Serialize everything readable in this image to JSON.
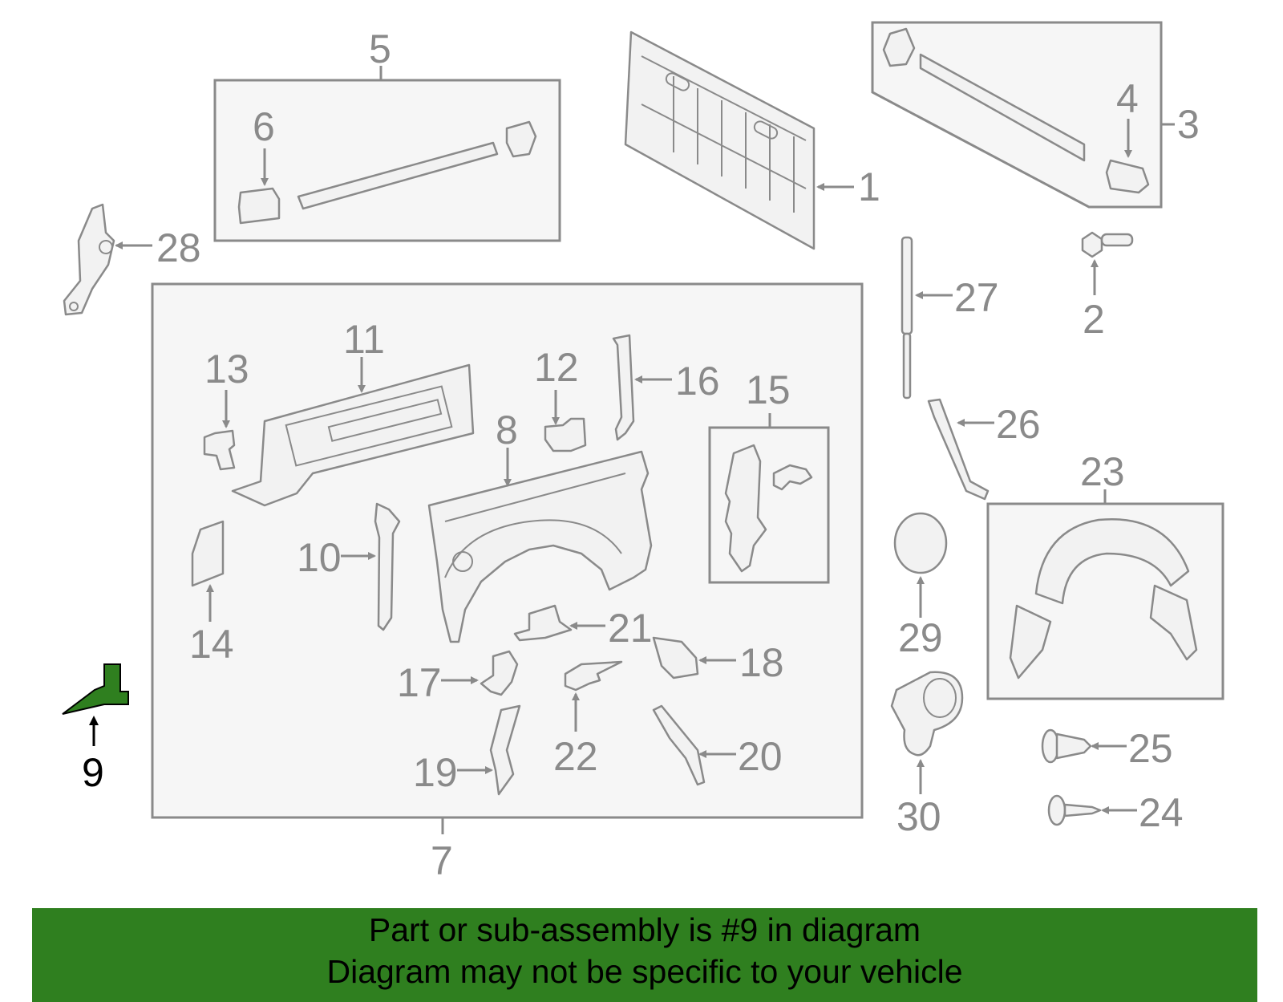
{
  "banner": {
    "line1": "Part or sub-assembly is #9 in diagram",
    "line2": "Diagram may not be specific to your vehicle"
  },
  "highlight_part": "9",
  "colors": {
    "highlight": "#2f7f1f",
    "banner_bg": "#2f7f1f",
    "line_art": "#8a8a8a",
    "box_fill": "#f6f6f6"
  },
  "callouts": {
    "c1": "1",
    "c2": "2",
    "c3": "3",
    "c4": "4",
    "c5": "5",
    "c6": "6",
    "c7": "7",
    "c8": "8",
    "c9": "9",
    "c10": "10",
    "c11": "11",
    "c12": "12",
    "c13": "13",
    "c14": "14",
    "c15": "15",
    "c16": "16",
    "c17": "17",
    "c18": "18",
    "c19": "19",
    "c20": "20",
    "c21": "21",
    "c22": "22",
    "c23": "23",
    "c24": "24",
    "c25": "25",
    "c26": "26",
    "c27": "27",
    "c28": "28",
    "c29": "29",
    "c30": "30"
  }
}
